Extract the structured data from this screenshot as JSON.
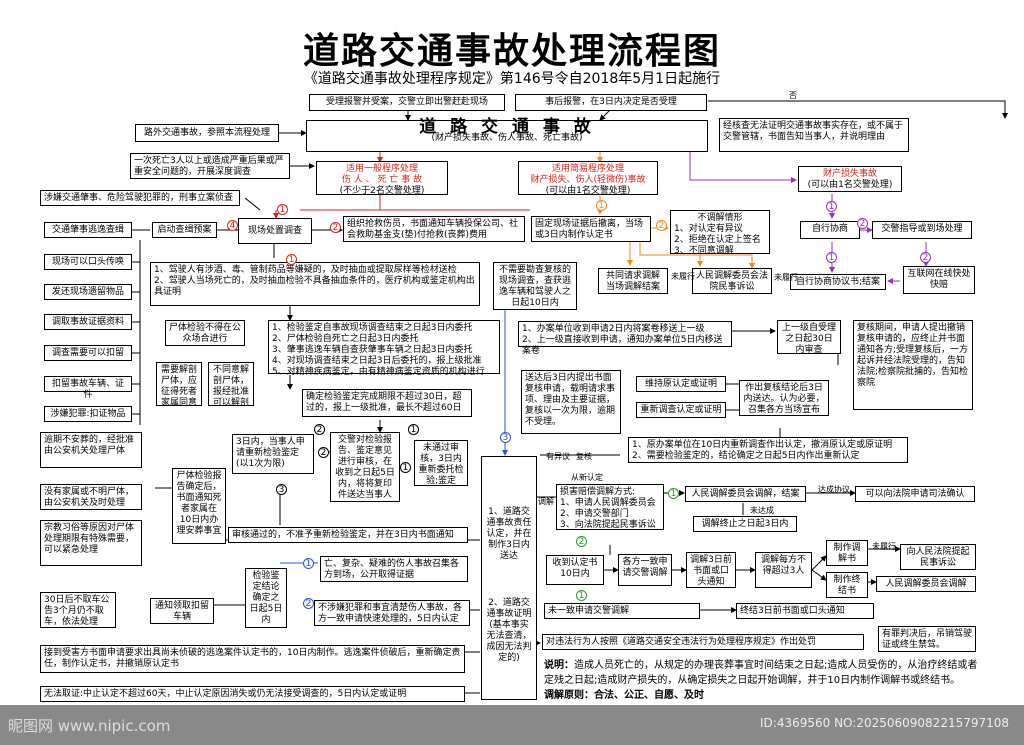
{
  "title": "道路交通事故处理流程图",
  "subtitle": "《道路交通事故处理程序规定》第146号令自2018年5月1日起施行",
  "boxes": {
    "report_accept": "受理报警并受案，交警立即出警赶赴现场",
    "after_report": "事后报警，在3日内决定是否受理",
    "offroad": "路外交通事故，参照本流程处理",
    "main_title": "道 路 交 通 事 故",
    "main_sub": "(财产损失事故、伤人事故、死亡事故)",
    "not_accept": "经核查无法证明交通事故事实存在，或不属于交警管辖，书面告知当事人，并说明理由",
    "major_accident": "一次死亡3人以上或造成严重后果或严重安全问题的，开展深度调查",
    "general_1": "适用一般程序处理",
    "general_2": "伤 人 、 死 亡 事 故",
    "general_3": "(不少于2名交警处理)",
    "simple_1": "适用简易程序处理",
    "simple_2": "财产损失、伤人(轻微伤)事故",
    "simple_3": "(可以由1名交警处理)",
    "property_1": "财产损失事故",
    "property_2": "(可以由1名交警处理)",
    "suspect_crime": "涉嫌交通肇事、危险驾驶犯罪的，刑事立案侦查",
    "escape_hunt": "交通肇事逃逸查缉",
    "start_plan": "启动查缉预案",
    "scene_survey": "现场处置调查",
    "organize_rescue": "组织抢救伤员，书面通知车辆投保公司、社会救助基金支(垫)付抢救(丧葬)费用",
    "fix_scene": "固定现场证据后撤离，当场或3日内制作认定书",
    "not_adjust_title": "不调解情形",
    "not_adjust_1": "1、对认定有异议",
    "not_adjust_2": "2、拒绝在认定上签名",
    "not_adjust_3": "3、不同意调解",
    "self_negotiate": "自行协商",
    "police_guide": "交警指导或到场处理",
    "scene_oral": "现场可以口头传唤",
    "blood_test": "1、驾驶人有涉酒、毒、管制药品等嫌疑的，及时抽血或提取尿样等检材送检\n2、驾驶人当场死亡的，及时抽血检验不具备抽血条件的，医疗机构或鉴定机构出具证明",
    "no_survey_needed": "不需要勘查复核的现场调查，查获逃逸车辆和驾驶人之日起10日内",
    "joint_request": "共同请求调解当场调解结案",
    "people_committee": "人民调解委员会法院民事诉讼",
    "self_agreement": "自行协商协议书;结案",
    "internet_fast": "互联网在线快处快赔",
    "issue_evidence": "发还现场遗留物品",
    "collect_evidence": "调取事故证据资料",
    "custody_enforce": "调查需要可以扣留",
    "corpse_test_no": "尸体检验不得在公众场合进行",
    "appraise_list": "1、检验鉴定自事故现场调查结束之日起3日内委托\n2、尸体检验自死亡之日起3日内委托\n3、肇事逃逸车辆自查获肇事车辆之日起3日内委托\n4、对现场调查结束之日起3日后委托的，报上级批准\n5、对精神疾病鉴定，由有精神病鉴定资质的机构进行",
    "review_1": "1、办案单位收到申请2日内将案卷移送上一级",
    "review_2": "2、上一级直接收到申请，通知办案单位5日内移送案卷",
    "upper_review": "上一级自受理之日起30日内审查",
    "review_result": "复核期间，申请人提出撤销复核申请的，应终止并书面通知各方;受理复核后，一方起诉并经法院受理的，告知法院;检察院批捕的，告知检察院",
    "seize_vehicle": "扣留事故车辆、证件",
    "crime_evidence": "涉嫌犯罪:扣证物品",
    "need_dissect": "需要解剖尸体，应征得死者家属同意",
    "no_dissect": "不同意解剖尸体，报经批准可以解剖",
    "appraise_finish": "确定检验鉴定完成期限不超过30日，超过的，报上一级批准，最长不超过60日",
    "review_submit": "送达后3日内提出书面复核申请，载明请求事项、理由及主要证据，复核以一次为限，逾期不受理。",
    "maintain": "维持原认定或证明",
    "redo": "重新调查认定或证明",
    "review_conclusion": "作出复核结论后3日内送达。认为必要，召集各方当场宣布",
    "party_within3": "3日内，当事人申请重新检验鉴定(以1次为限)",
    "police_to_send": "交警对检验报告、鉴定意见进行审核，在收到之日起5日内，将将复印件送达当事人",
    "not_approved": "未通过审核，3日内重新委托检验;鉴定",
    "redo_detail": "1、原办案单位在10日内重新调查作出认定，撤消原认定或原证明\n2、需要检验鉴定的，结论确定之日起5日内作出重新认定",
    "overdue_dead": "逾期不安葬的，经批准由公安机关处理尸体",
    "corpse_report": "尸体检验报告确定后，书面通知死者家属在10日内办理安葬事宜",
    "no_family": "没有家属或不明尸体，由公安机关及时处理",
    "religion": "宗教习俗等原因对尸体处理期限有特殊需要，可以紧急处理",
    "audit_pass": "审核通过的，不准予重新检验鉴定，并在3日内书面通知",
    "responsibility": "1、道路交通事故责任认定，并在制作3日内送达",
    "new_found": "从新认定",
    "mediation_title": "损害赔偿调解方式:",
    "mediation_1": "1、申请人民调解委员会",
    "mediation_2": "2、申请交警部门",
    "mediation_3": "3、向法院提起民事诉讼",
    "people_mediate": "人民调解委员会调解，结案",
    "court_confirm": "可以向法院申请司法确认",
    "mediation_end": "调解终止之日起3日内",
    "car_30days": "30日后不取车公告3个月仍不取车，依法处理",
    "notify_receive": "通知领取扣留车辆",
    "appraise_confirm": "检验鉴定结论确定之日起5日内",
    "death_review": "亡、复杂、疑难的伤人事故召集各方到场，公开取得证据",
    "no_crime": "不涉嫌犯罪和事宜清楚伤人事故，各方一致申请快速处理的，5日内认定",
    "responsibility2": "2、道路交通事故证明(基本事实无法查清，成因无法判定的)",
    "receive_10": "收到认定书10日内",
    "agree_apply": "各方一致申请交警调解",
    "mediate_3": "调解3日前书面或口头通知",
    "mediate_count": "调解每方不得超过3人",
    "make_mediation": "制作调解书",
    "make_end": "制作终结书",
    "sue_court": "向人民法院提起民事诉讼",
    "people_committee2": "人民调解委员会调解",
    "not_agree": "未一致申请交警调解",
    "end_notice": "终结3日前书面或口头通知",
    "punish": "对违法行为人按照《道路交通安全违法行为处理程序规定》作出处罚",
    "crime_revoke": "有罪判决后，吊销驾驶证或终生禁驾。",
    "escape_order": "接到受害方书面申请要求出具尚未侦破的逃逸案件认定书的，10日内制作。逃逸案件侦破后，重新确定责任，制作认定书，并撤销原认定书",
    "no_evidence": "无法取证:中止认定不超过60天，中止认定原因消失或仍无法接受调查的，5日内认定或证明"
  },
  "labels": {
    "no": "否",
    "refuse": "未履行",
    "has_objection": "有异议",
    "review": "复核",
    "mediate": "调解",
    "reached": "达成协议",
    "not_reached": "未达成",
    "not_perform": "未履行"
  },
  "notes": {
    "note_title": "说明：",
    "note_1": "造成人员死亡的，从规定的办理丧葬事宜时间结束之日起;造成人员受伤的，从治疗终结或者定残之日起;造成财产损失的，从确定损失之日起开始调解，并于10日内制作调解书或终结书。",
    "principle_title": "调解原则：",
    "principle": "合法、公正、自愿、及时"
  },
  "watermark": {
    "left": "昵图网 www.nipic.com",
    "right": "ID:4369560 NO:20250609082215797108"
  },
  "colors": {
    "red": "#e0221b",
    "orange": "#f28a1a",
    "purple": "#9a2fc2",
    "green": "#2a9d2a",
    "blue": "#2a52d8"
  }
}
